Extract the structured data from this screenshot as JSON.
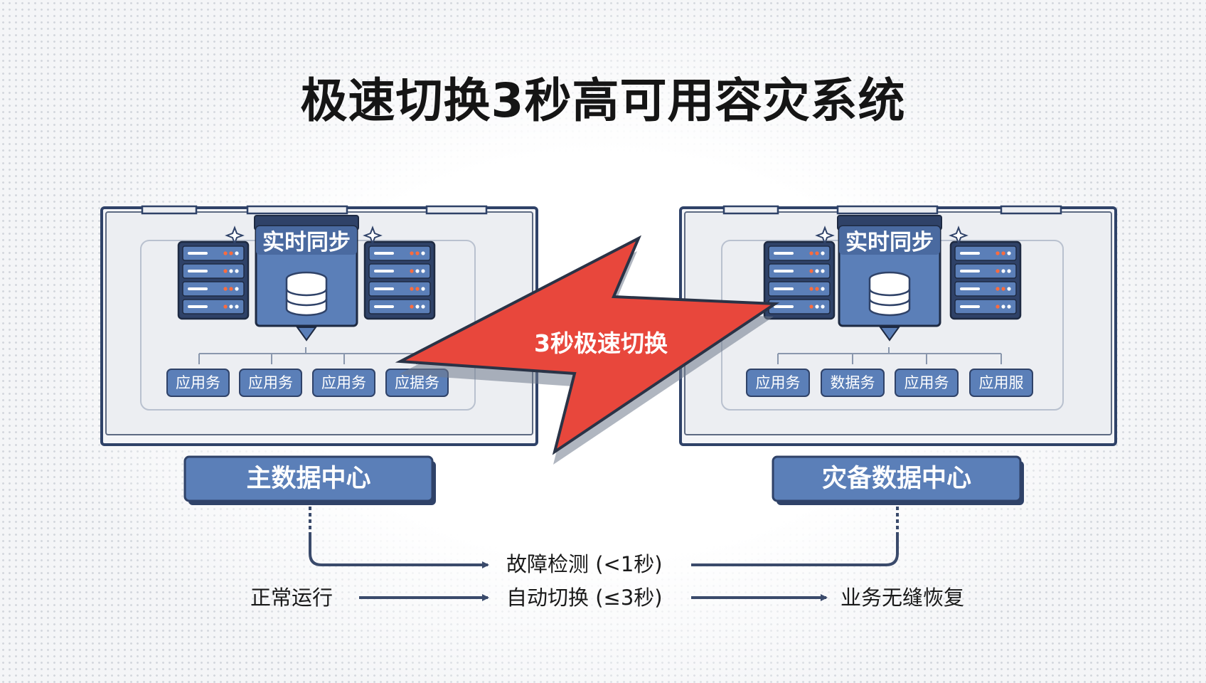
{
  "title": "极速切换3秒高可用容灾系统",
  "switch_label": "3秒极速切换",
  "primary": {
    "sync_label": "实时同步",
    "apps": [
      "应用务",
      "应用务",
      "应用务",
      "应据务"
    ],
    "name": "主数据中心"
  },
  "backup": {
    "sync_label": "实时同步",
    "apps": [
      "应用务",
      "数据务",
      "应用务",
      "应用服"
    ],
    "name": "灾备数据中心"
  },
  "flow": {
    "detect": "故障检测 (<1秒)",
    "normal": "正常运行",
    "auto_switch": "自动切换 (≤3秒)",
    "recover": "业务无缝恢复"
  },
  "colors": {
    "navy": "#2f4268",
    "box_blue": "#5b7fb8",
    "server_blue": "#3d5a8a",
    "bolt_red": "#e8473c",
    "panel_gray": "#eceef2"
  },
  "icons": [
    "server-rack-icon",
    "database-icon",
    "sparkle-icon",
    "lightning-bolt-icon",
    "arrow-icon"
  ]
}
